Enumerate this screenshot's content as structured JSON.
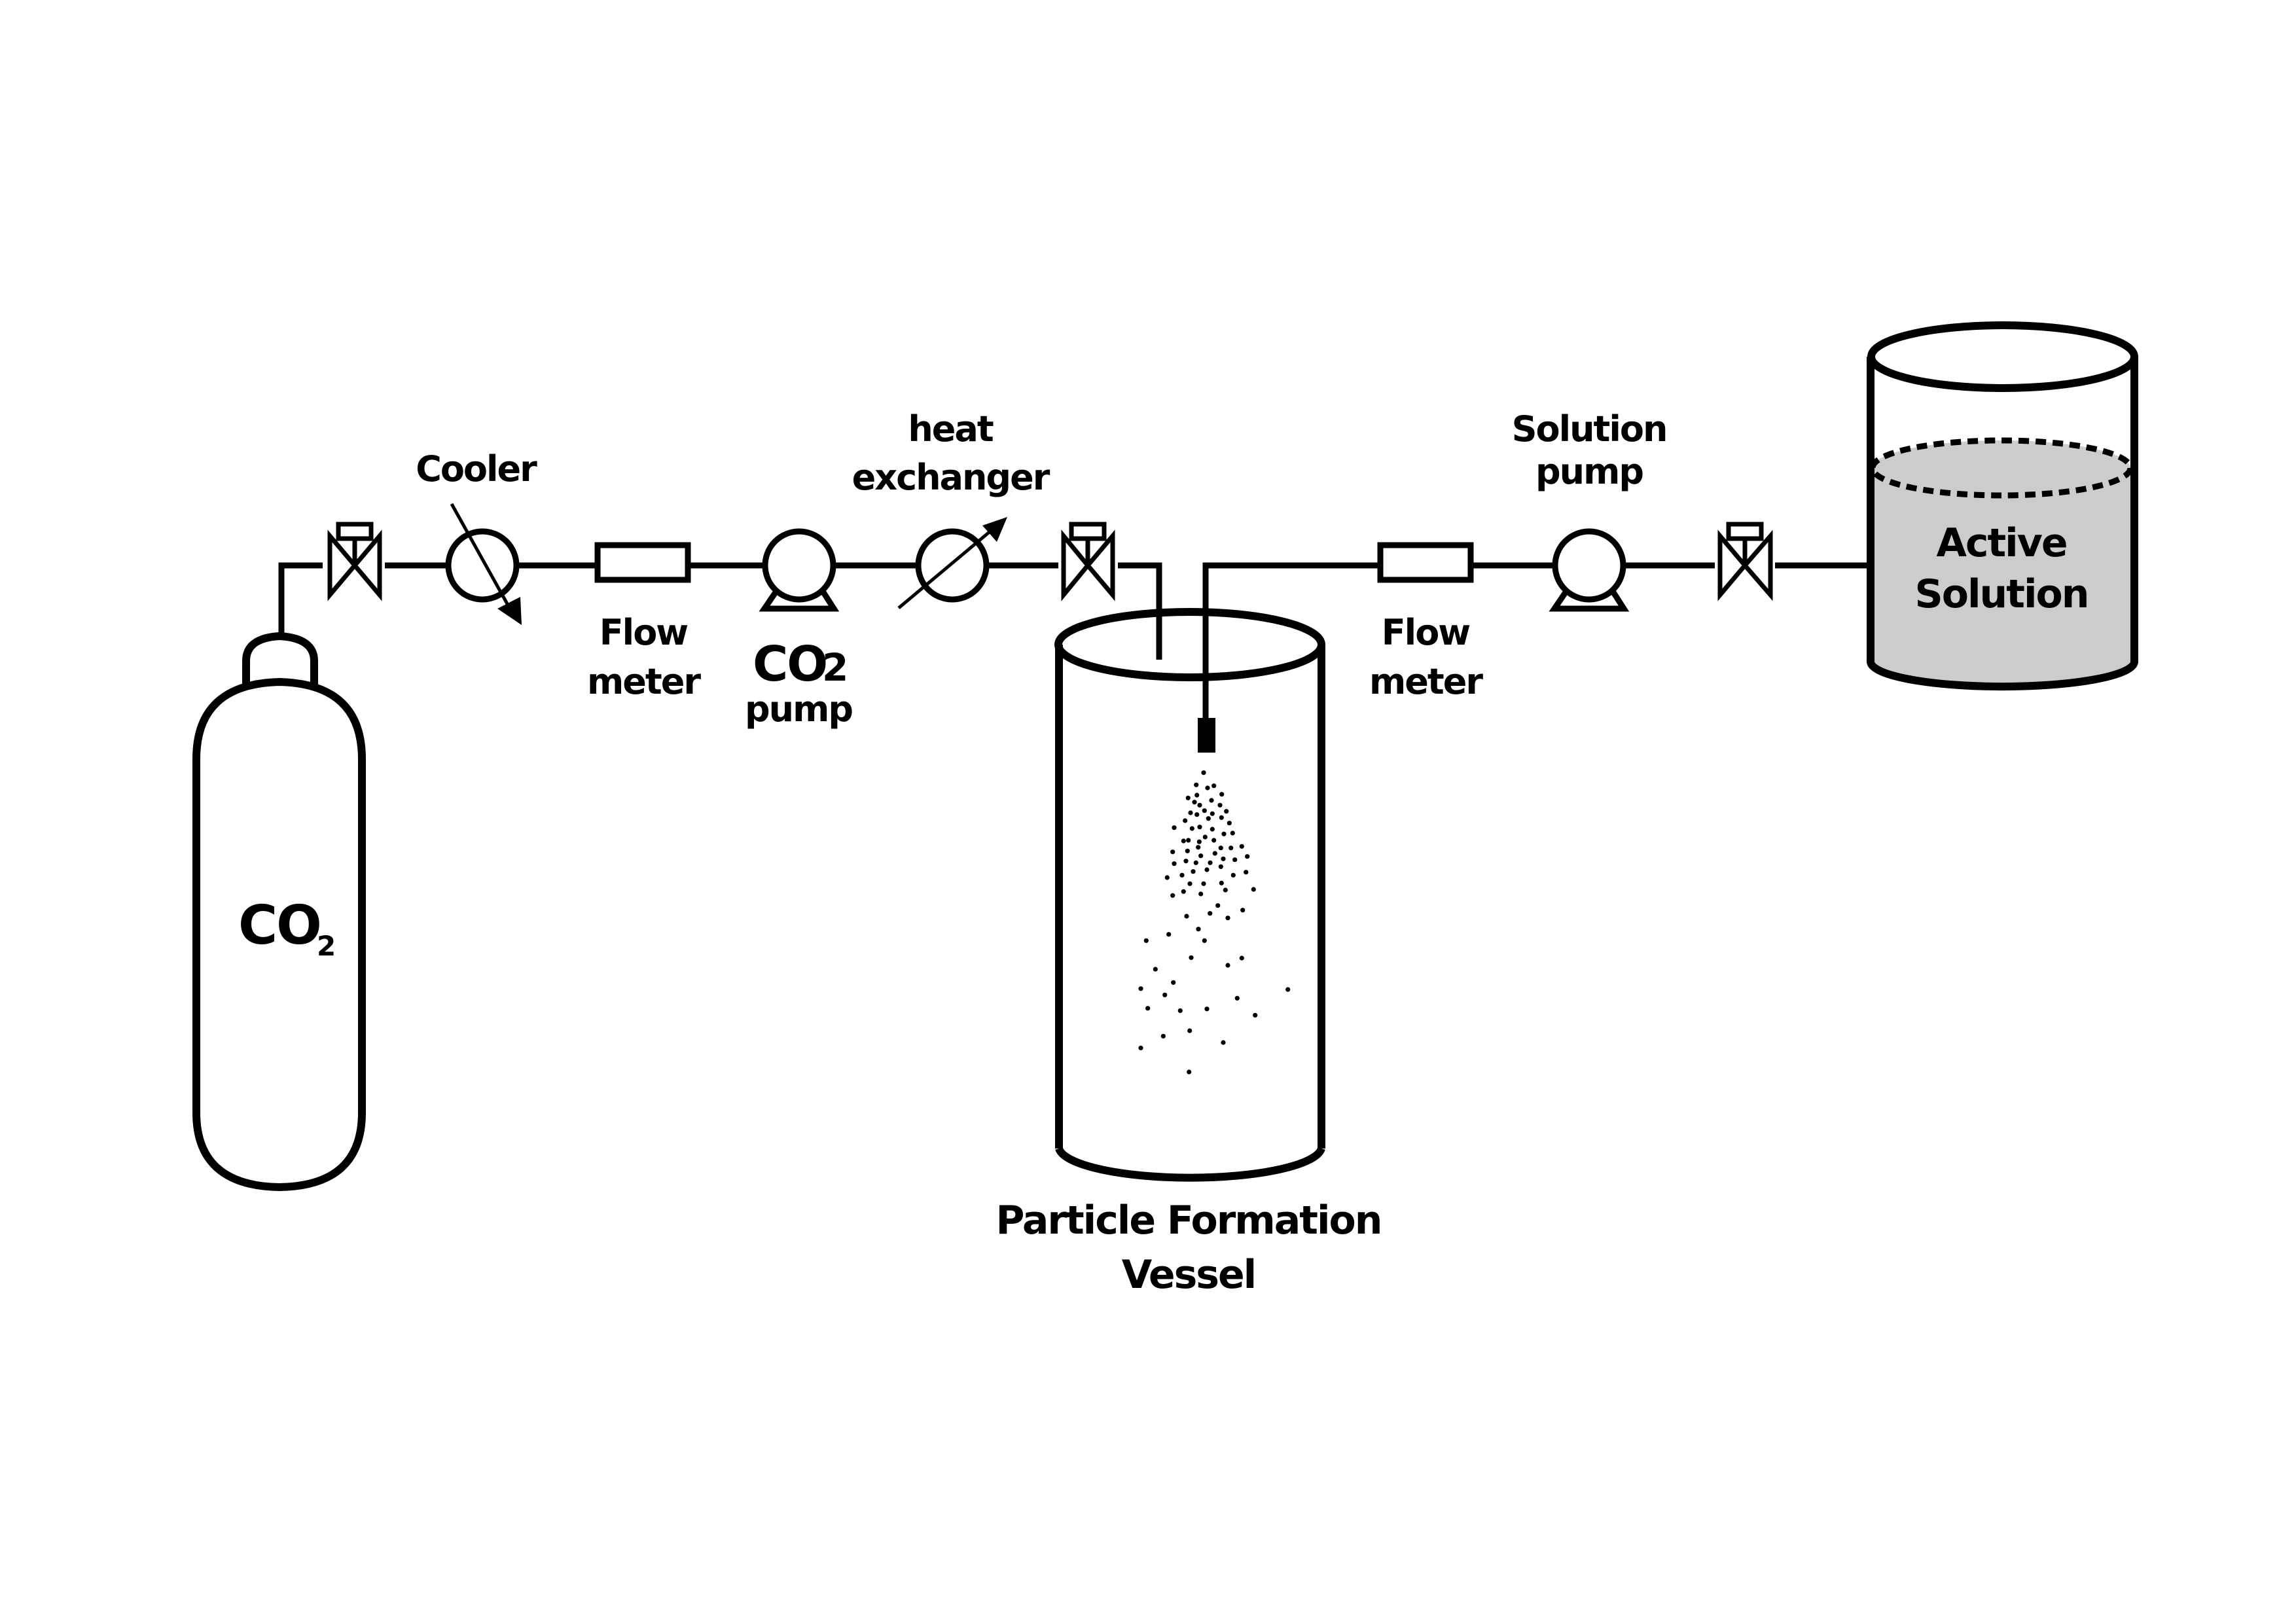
{
  "title": "Supercritical antisolvent particle formation setup",
  "colors": {
    "line": "#000000",
    "background": "#ffffff",
    "solution_fill": "#cccccc"
  },
  "components": {
    "co2_cylinder": {
      "label_main": "CO",
      "label_sub": "2"
    },
    "cooler": {
      "label": "Cooler"
    },
    "flow_meter_co2": {
      "line1": "Flow",
      "line2": "meter"
    },
    "co2_pump": {
      "label_main": "CO",
      "label_sub": "2",
      "line2": "pump"
    },
    "heat_exchanger": {
      "line1": "heat",
      "line2": "exchanger"
    },
    "vessel": {
      "line1": "Particle Formation",
      "line2": "Vessel"
    },
    "flow_meter_solution": {
      "line1": "Flow",
      "line2": "meter"
    },
    "solution_pump": {
      "line1": "Solution",
      "line2": "pump"
    },
    "solution_tank": {
      "line1": "Active",
      "line2": "Solution"
    }
  },
  "valves": [
    "valve-co2-outlet",
    "valve-vessel-inlet",
    "valve-solution-outlet"
  ],
  "particle_count": 100
}
